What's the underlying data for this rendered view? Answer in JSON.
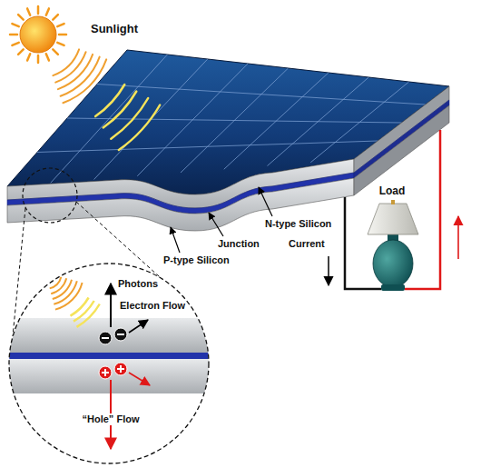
{
  "diagram": {
    "labels": [
      "Sunlight",
      "N-type Silicon",
      "Junction",
      "P-type Silicon",
      "Load",
      "Current",
      "Photons",
      "Electron Flow",
      "“Hole” Flow"
    ]
  }
}
